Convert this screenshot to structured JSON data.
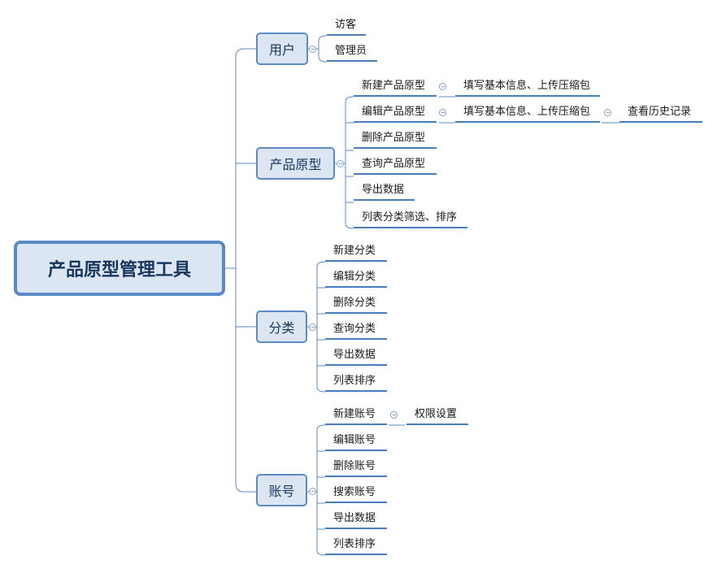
{
  "root": {
    "label": "产品原型管理工具"
  },
  "branches": [
    {
      "label": "用户",
      "children": [
        {
          "label": "访客"
        },
        {
          "label": "管理员"
        }
      ]
    },
    {
      "label": "产品原型",
      "children": [
        {
          "label": "新建产品原型",
          "sub": {
            "label": "填写基本信息、上传压缩包"
          }
        },
        {
          "label": "编辑产品原型",
          "sub": {
            "label": "填写基本信息、上传压缩包",
            "sub": {
              "label": "查看历史记录"
            }
          }
        },
        {
          "label": "删除产品原型"
        },
        {
          "label": "查询产品原型"
        },
        {
          "label": "导出数据"
        },
        {
          "label": "列表分类筛选、排序"
        }
      ]
    },
    {
      "label": "分类",
      "children": [
        {
          "label": "新建分类"
        },
        {
          "label": "编辑分类"
        },
        {
          "label": "删除分类"
        },
        {
          "label": "查询分类"
        },
        {
          "label": "导出数据"
        },
        {
          "label": "列表排序"
        }
      ]
    },
    {
      "label": "账号",
      "children": [
        {
          "label": "新建账号",
          "sub": {
            "label": "权限设置"
          }
        },
        {
          "label": "编辑账号"
        },
        {
          "label": "删除账号"
        },
        {
          "label": "搜索账号"
        },
        {
          "label": "导出数据"
        },
        {
          "label": "列表排序"
        }
      ]
    }
  ]
}
